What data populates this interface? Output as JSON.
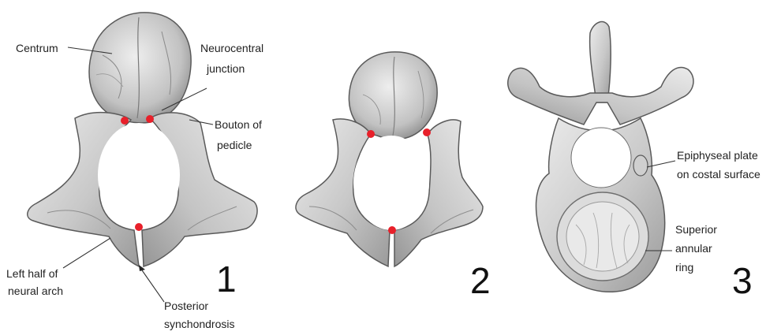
{
  "colors": {
    "bone_light": "#e4e4e4",
    "bone_mid": "#bdbdbd",
    "bone_dark": "#8e8e8e",
    "outline": "#5a5a5a",
    "marker": "#e8202a",
    "background": "#ffffff"
  },
  "panels": [
    {
      "number": "1",
      "labels": {
        "centrum": "Centrum",
        "neurocentral_1": "Neurocentral",
        "neurocentral_2": "junction",
        "bouton_1": "Bouton of",
        "bouton_2": "pedicle",
        "left_half_1": "Left half of",
        "left_half_2": "neural arch",
        "posterior_1": "Posterior",
        "posterior_2": "synchondrosis"
      }
    },
    {
      "number": "2"
    },
    {
      "number": "3",
      "labels": {
        "epiphyseal_1": "Epiphyseal plate",
        "epiphyseal_2": "on costal surface",
        "superior_1": "Superior",
        "superior_2": "annular",
        "superior_3": "ring"
      }
    }
  ]
}
